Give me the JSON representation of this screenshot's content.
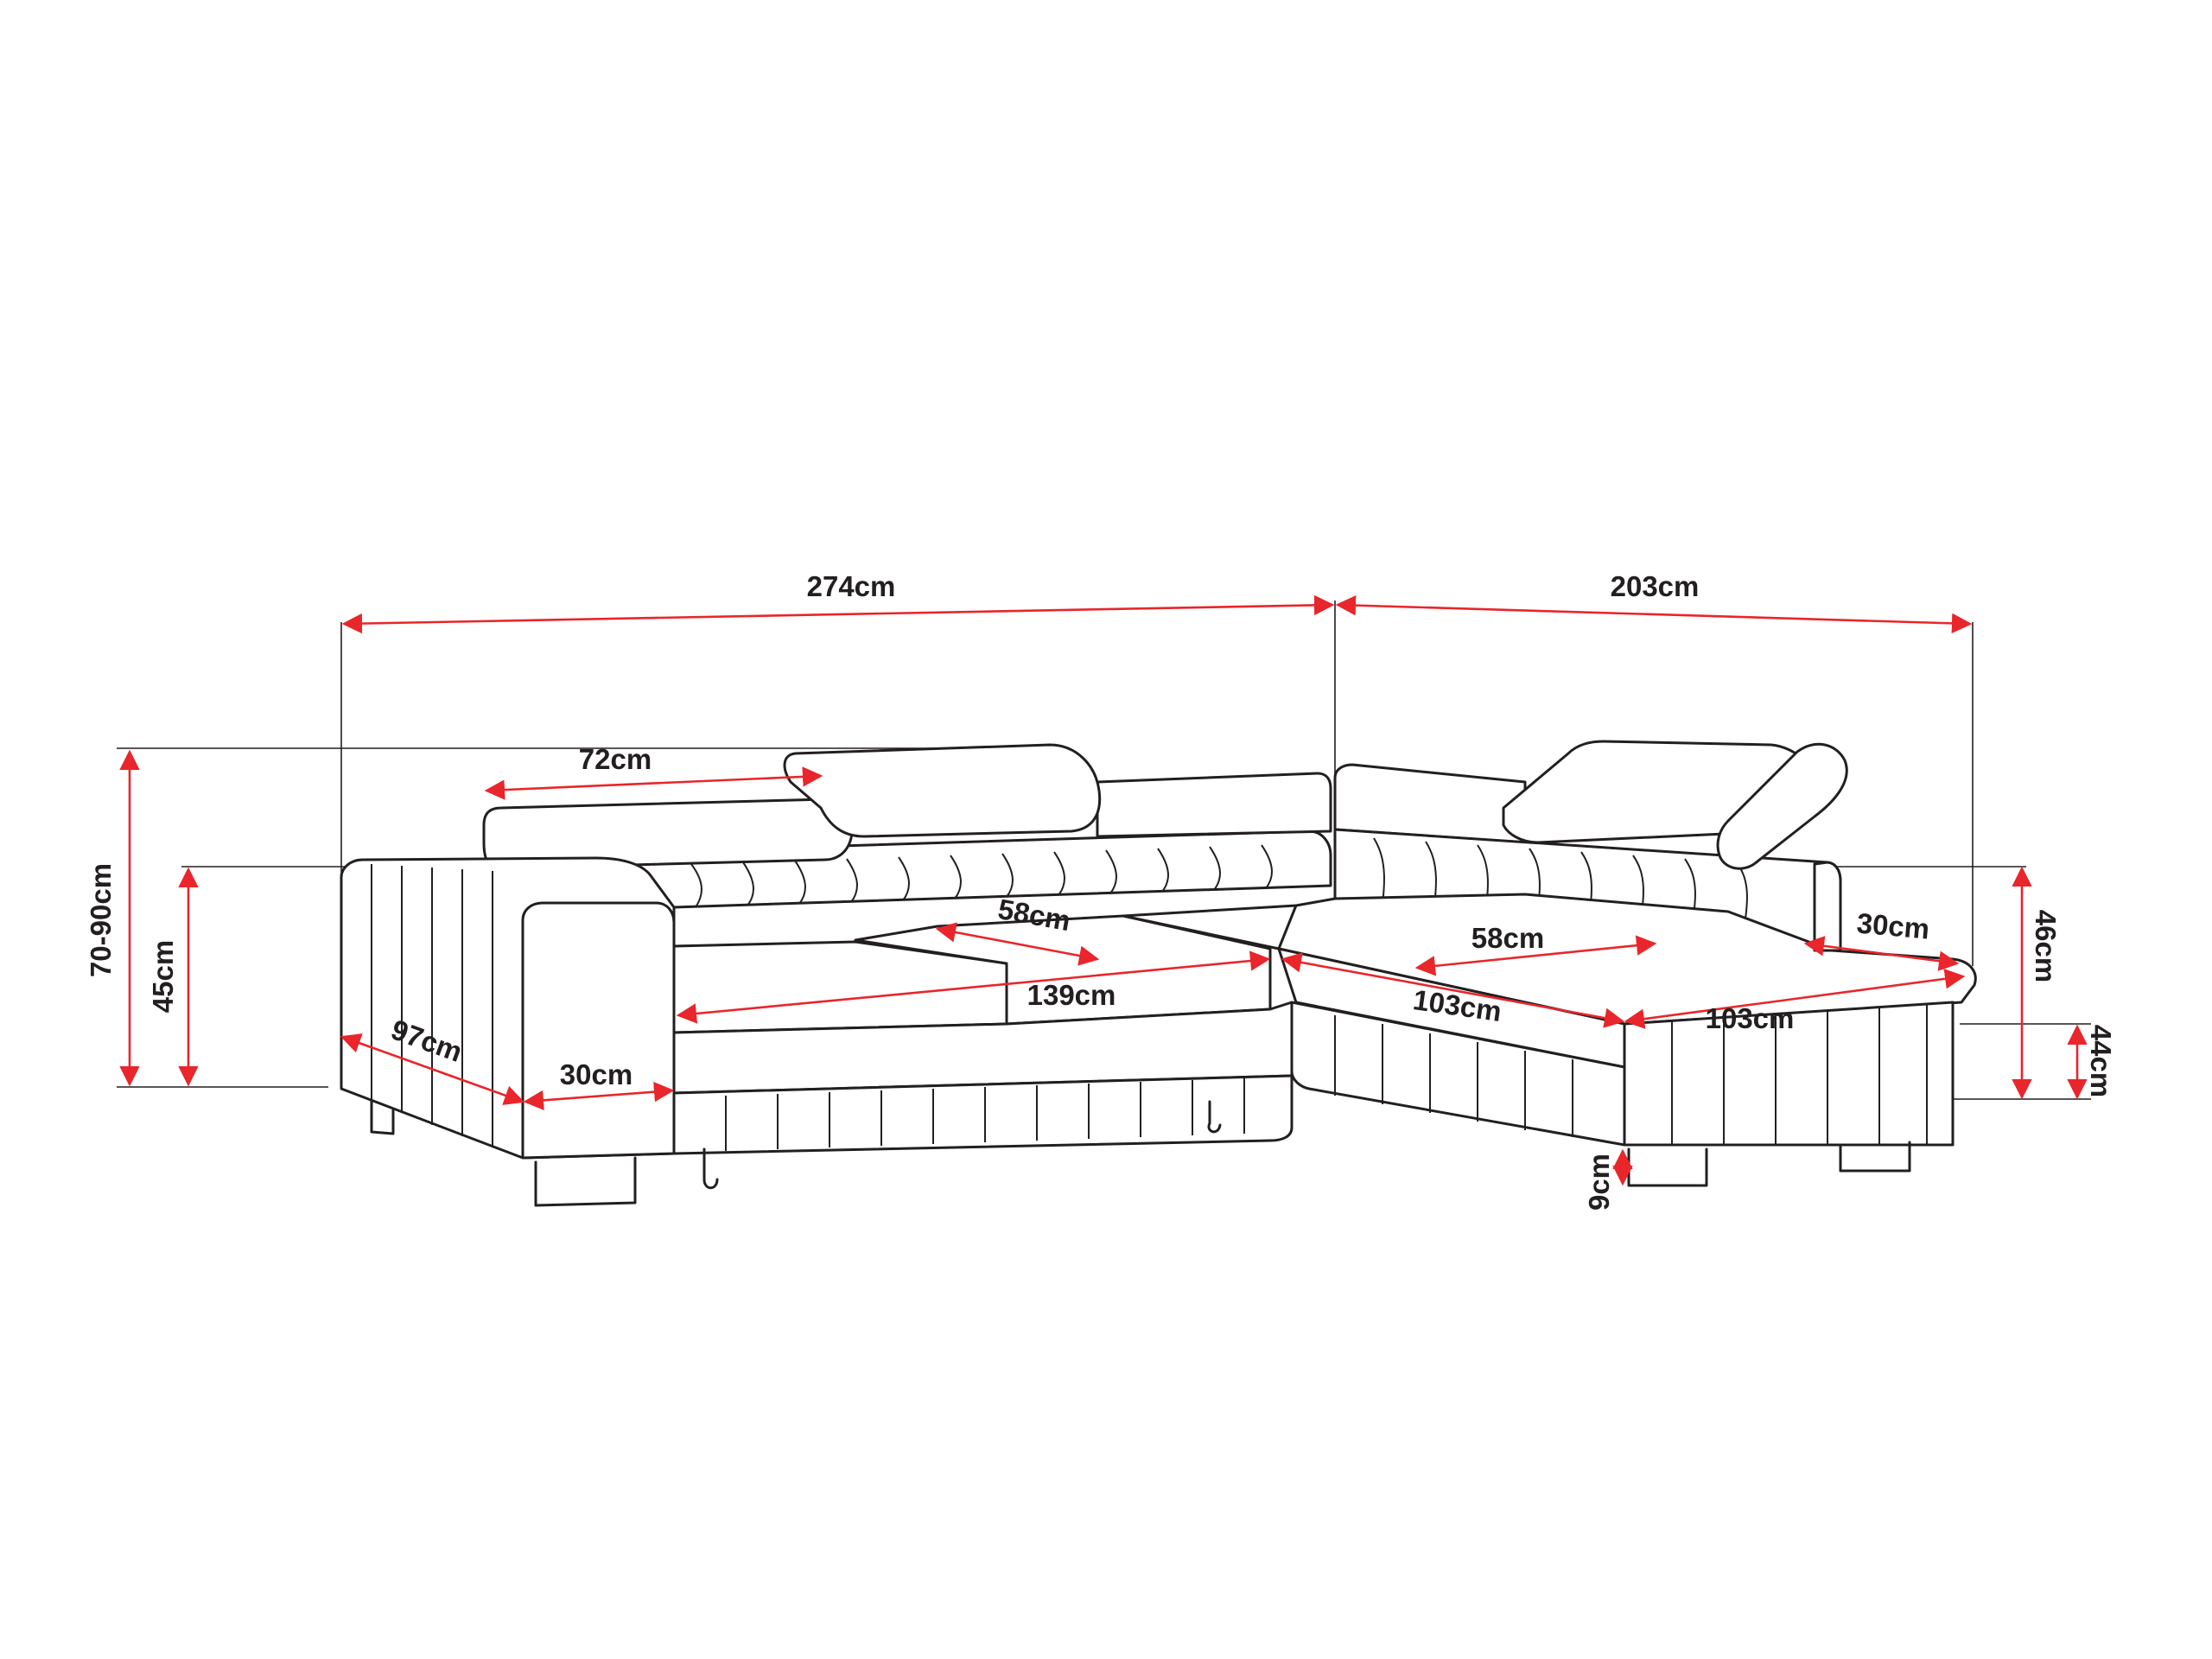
{
  "colors": {
    "line": "#231f20",
    "dimension": "#e8262b",
    "background": "#ffffff"
  },
  "dimensions": {
    "total_width_left": "274cm",
    "total_width_right": "203cm",
    "headrest_left_width": "72cm",
    "overall_height": "70-90cm",
    "armrest_height": "45cm",
    "depth_left": "97cm",
    "armrest_width": "30cm",
    "seat_depth_left": "58cm",
    "seat_width_left": "139cm",
    "seat_depth_right": "58cm",
    "chaise_armrest_width": "30cm",
    "chaise_height": "46cm",
    "chaise_seat_height": "44cm",
    "seat_width_middle": "103cm",
    "seat_width_right": "103cm",
    "leg_height": "9cm"
  }
}
